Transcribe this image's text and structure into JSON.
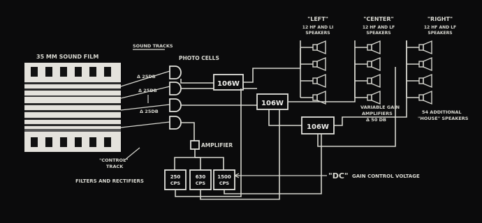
{
  "colors": {
    "background": "#0b0b0c",
    "line": "#d6d6cf",
    "film": "#e4e2dc",
    "text": "#d9d9d2"
  },
  "film": {
    "title": "35 MM SOUND FILM",
    "control_label_1": "\"CONTROL\"",
    "control_label_2": "TRACK"
  },
  "sound_tracks_label": "SOUND TRACKS",
  "photo_cells_label": "PHOTO CELLS",
  "gain_labels": [
    "Δ 25DB",
    "Δ 25DB",
    "Δ 25DB"
  ],
  "amplifiers": [
    "106W",
    "106W",
    "106W"
  ],
  "speaker_groups": [
    {
      "title": "\"LEFT\"",
      "line1": "12 HF AND LI",
      "line2": "SPEAKERS"
    },
    {
      "title": "\"CENTER\"",
      "line1": "12 HF AND LF",
      "line2": "SPEAKERS"
    },
    {
      "title": "\"RIGHT\"",
      "line1": "12 HF AND LF",
      "line2": "SPEAKERS"
    }
  ],
  "variable_gain": {
    "line1": "VARIABLE GAIN",
    "line2": "AMPLIFIERS",
    "line3": "Δ 50 DB"
  },
  "house_speakers": {
    "line1": "54 ADDITIONAL",
    "line2": "\"HOUSE\" SPEAKERS"
  },
  "amplifier_label": "AMPLIFIER",
  "filters_label": "FILTERS AND RECTIFIERS",
  "filters": [
    {
      "line1": "250",
      "line2": "CPS"
    },
    {
      "line1": "630",
      "line2": "CPS"
    },
    {
      "line1": "1500",
      "line2": "CPS"
    }
  ],
  "dc_label_main": "\"DC\"",
  "dc_label_rest": "GAIN CONTROL VOLTAGE"
}
